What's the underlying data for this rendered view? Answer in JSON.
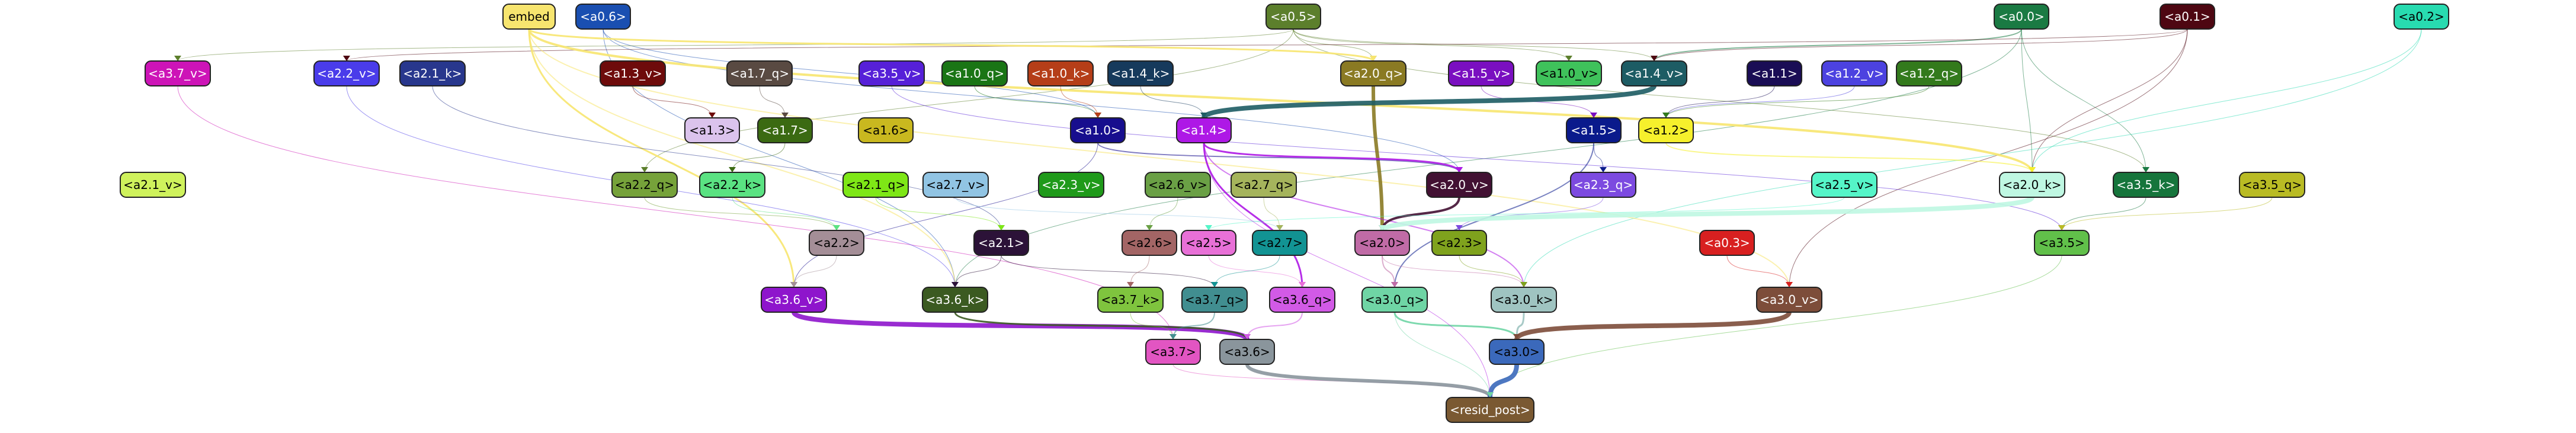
{
  "nodes": [
    {
      "id": "embed",
      "label": "embed",
      "fill": "#f7e56f",
      "text": "#000000"
    },
    {
      "id": "a06",
      "label": "<a0.6>",
      "fill": "#1a4fb1",
      "text": "#ffffff"
    },
    {
      "id": "a05",
      "label": "<a0.5>",
      "fill": "#5c7f2c",
      "text": "#ffffff"
    },
    {
      "id": "a00",
      "label": "<a0.0>",
      "fill": "#1a7a43",
      "text": "#ffffff"
    },
    {
      "id": "a01",
      "label": "<a0.1>",
      "fill": "#4e0712",
      "text": "#ffffff"
    },
    {
      "id": "a02",
      "label": "<a0.2>",
      "fill": "#28dbb0",
      "text": "#000000"
    },
    {
      "id": "a37v",
      "label": "<a3.7_v>",
      "fill": "#cd14b7",
      "text": "#ffffff"
    },
    {
      "id": "a22v",
      "label": "<a2.2_v>",
      "fill": "#4a3cea",
      "text": "#ffffff"
    },
    {
      "id": "a21k",
      "label": "<a2.1_k>",
      "fill": "#28378d",
      "text": "#ffffff"
    },
    {
      "id": "a13v",
      "label": "<a1.3_v>",
      "fill": "#6e0b0b",
      "text": "#ffffff"
    },
    {
      "id": "a17q",
      "label": "<a1.7_q>",
      "fill": "#594a42",
      "text": "#ffffff"
    },
    {
      "id": "a35v",
      "label": "<a3.5_v>",
      "fill": "#5620d8",
      "text": "#ffffff"
    },
    {
      "id": "a10q",
      "label": "<a1.0_q>",
      "fill": "#1a7515",
      "text": "#ffffff"
    },
    {
      "id": "a10k",
      "label": "<a1.0_k>",
      "fill": "#b53e18",
      "text": "#ffffff"
    },
    {
      "id": "a14k",
      "label": "<a1.4_k>",
      "fill": "#163a5c",
      "text": "#ffffff"
    },
    {
      "id": "a20q",
      "label": "<a2.0_q>",
      "fill": "#8a7a23",
      "text": "#ffffff"
    },
    {
      "id": "a15v",
      "label": "<a1.5_v>",
      "fill": "#7a0fc0",
      "text": "#ffffff"
    },
    {
      "id": "a10v",
      "label": "<a1.0_v>",
      "fill": "#3fc25b",
      "text": "#000000"
    },
    {
      "id": "a14v",
      "label": "<a1.4_v>",
      "fill": "#1d5c64",
      "text": "#ffffff"
    },
    {
      "id": "a11",
      "label": "<a1.1>",
      "fill": "#1a0d55",
      "text": "#ffffff"
    },
    {
      "id": "a12v",
      "label": "<a1.2_v>",
      "fill": "#4c42e0",
      "text": "#ffffff"
    },
    {
      "id": "a12q",
      "label": "<a1.2_q>",
      "fill": "#337a1c",
      "text": "#ffffff"
    },
    {
      "id": "a13",
      "label": "<a1.3>",
      "fill": "#dbc3ec",
      "text": "#000000"
    },
    {
      "id": "a17",
      "label": "<a1.7>",
      "fill": "#3b6a12",
      "text": "#ffffff"
    },
    {
      "id": "a16",
      "label": "<a1.6>",
      "fill": "#c9b81f",
      "text": "#000000"
    },
    {
      "id": "a10",
      "label": "<a1.0>",
      "fill": "#170e8e",
      "text": "#ffffff"
    },
    {
      "id": "a14",
      "label": "<a1.4>",
      "fill": "#ae18e6",
      "text": "#ffffff"
    },
    {
      "id": "a15",
      "label": "<a1.5>",
      "fill": "#0a1a8c",
      "text": "#ffffff"
    },
    {
      "id": "a12",
      "label": "<a1.2>",
      "fill": "#f6f02c",
      "text": "#000000"
    },
    {
      "id": "a21v",
      "label": "<a2.1_v>",
      "fill": "#cff25c",
      "text": "#000000"
    },
    {
      "id": "a22q",
      "label": "<a2.2_q>",
      "fill": "#76a23a",
      "text": "#000000"
    },
    {
      "id": "a22k",
      "label": "<a2.2_k>",
      "fill": "#5ae282",
      "text": "#000000"
    },
    {
      "id": "a21q",
      "label": "<a2.1_q>",
      "fill": "#7ee716",
      "text": "#000000"
    },
    {
      "id": "a27v",
      "label": "<a2.7_v>",
      "fill": "#91c4e3",
      "text": "#000000"
    },
    {
      "id": "a23v",
      "label": "<a2.3_v>",
      "fill": "#1f9a1a",
      "text": "#ffffff"
    },
    {
      "id": "a26v",
      "label": "<a2.6_v>",
      "fill": "#6aa045",
      "text": "#000000"
    },
    {
      "id": "a27q",
      "label": "<a2.7_q>",
      "fill": "#a5b45c",
      "text": "#000000"
    },
    {
      "id": "a20v",
      "label": "<a2.0_v>",
      "fill": "#421133",
      "text": "#ffffff"
    },
    {
      "id": "a23q",
      "label": "<a2.3_q>",
      "fill": "#7c4ae0",
      "text": "#ffffff"
    },
    {
      "id": "a25v",
      "label": "<a2.5_v>",
      "fill": "#55f5c8",
      "text": "#000000"
    },
    {
      "id": "a20k",
      "label": "<a2.0_k>",
      "fill": "#bff7e2",
      "text": "#000000"
    },
    {
      "id": "a35k",
      "label": "<a3.5_k>",
      "fill": "#16753c",
      "text": "#ffffff"
    },
    {
      "id": "a35q",
      "label": "<a3.5_q>",
      "fill": "#b9bb24",
      "text": "#000000"
    },
    {
      "id": "a22",
      "label": "<a2.2>",
      "fill": "#a48e97",
      "text": "#000000"
    },
    {
      "id": "a21",
      "label": "<a2.1>",
      "fill": "#2c1238",
      "text": "#ffffff"
    },
    {
      "id": "a26",
      "label": "<a2.6>",
      "fill": "#a36565",
      "text": "#000000"
    },
    {
      "id": "a25",
      "label": "<a2.5>",
      "fill": "#e870d7",
      "text": "#000000"
    },
    {
      "id": "a27",
      "label": "<a2.7>",
      "fill": "#129393",
      "text": "#000000"
    },
    {
      "id": "a20",
      "label": "<a2.0>",
      "fill": "#c06ba6",
      "text": "#000000"
    },
    {
      "id": "a23",
      "label": "<a2.3>",
      "fill": "#7fa21d",
      "text": "#000000"
    },
    {
      "id": "a03",
      "label": "<a0.3>",
      "fill": "#d82020",
      "text": "#ffffff"
    },
    {
      "id": "a35",
      "label": "<a3.5>",
      "fill": "#61c04a",
      "text": "#000000"
    },
    {
      "id": "a36v",
      "label": "<a3.6_v>",
      "fill": "#8e15cc",
      "text": "#ffffff"
    },
    {
      "id": "a36k",
      "label": "<a3.6_k>",
      "fill": "#3b5a21",
      "text": "#ffffff"
    },
    {
      "id": "a37k",
      "label": "<a3.7_k>",
      "fill": "#7fc43e",
      "text": "#000000"
    },
    {
      "id": "a37q",
      "label": "<a3.7_q>",
      "fill": "#418e90",
      "text": "#000000"
    },
    {
      "id": "a36q",
      "label": "<a3.6_q>",
      "fill": "#d25ae6",
      "text": "#000000"
    },
    {
      "id": "a30q",
      "label": "<a3.0_q>",
      "fill": "#6fd5a5",
      "text": "#000000"
    },
    {
      "id": "a30k",
      "label": "<a3.0_k>",
      "fill": "#9fc4c1",
      "text": "#000000"
    },
    {
      "id": "a30v",
      "label": "<a3.0_v>",
      "fill": "#7d4d3a",
      "text": "#ffffff"
    },
    {
      "id": "a37",
      "label": "<a3.7>",
      "fill": "#e255c2",
      "text": "#000000"
    },
    {
      "id": "a36",
      "label": "<a3.6>",
      "fill": "#8a959c",
      "text": "#000000"
    },
    {
      "id": "a30",
      "label": "<a3.0>",
      "fill": "#3b69bb",
      "text": "#000000"
    },
    {
      "id": "resid",
      "label": "<resid_post>",
      "fill": "#7a5932",
      "text": "#ffffff"
    }
  ],
  "edges": [
    {
      "from": "a06",
      "to": "a36k",
      "color": "#1a4fb1",
      "weight": 1
    },
    {
      "from": "a06",
      "to": "a10",
      "color": "#1a4fb1",
      "weight": 1
    },
    {
      "from": "a06",
      "to": "a20v",
      "color": "#1a4fb1",
      "weight": 1
    },
    {
      "from": "a05",
      "to": "a20q",
      "color": "#5c7f2c",
      "weight": 1
    },
    {
      "from": "a05",
      "to": "a10v",
      "color": "#5c7f2c",
      "weight": 1
    },
    {
      "from": "a05",
      "to": "a14v",
      "color": "#5c7f2c",
      "weight": 1
    },
    {
      "from": "a05",
      "to": "a22q",
      "color": "#5c7f2c",
      "weight": 1
    },
    {
      "from": "a05",
      "to": "a37v",
      "color": "#5c7f2c",
      "weight": 1
    },
    {
      "from": "a05",
      "to": "a35k",
      "color": "#5c7f2c",
      "weight": 1
    },
    {
      "from": "a00",
      "to": "a14v",
      "color": "#1a7a43",
      "weight": 2
    },
    {
      "from": "a00",
      "to": "a20k",
      "color": "#1a7a43",
      "weight": 1
    },
    {
      "from": "a00",
      "to": "a35k",
      "color": "#1a7a43",
      "weight": 1
    },
    {
      "from": "a00",
      "to": "a36k",
      "color": "#1a7a43",
      "weight": 1
    },
    {
      "from": "a01",
      "to": "a14v",
      "color": "#4e0712",
      "weight": 1
    },
    {
      "from": "a01",
      "to": "a20k",
      "color": "#4e0712",
      "weight": 1
    },
    {
      "from": "a01",
      "to": "a30v",
      "color": "#4e0712",
      "weight": 1
    },
    {
      "from": "a01",
      "to": "a22v",
      "color": "#4e0712",
      "weight": 1
    },
    {
      "from": "a02",
      "to": "a20k",
      "color": "#28dbb0",
      "weight": 1
    },
    {
      "from": "a02",
      "to": "a30k",
      "color": "#28dbb0",
      "weight": 1
    },
    {
      "from": "embed",
      "to": "a36v",
      "color": "#f7e56f",
      "weight": 3
    },
    {
      "from": "embed",
      "to": "a20k",
      "color": "#f7e56f",
      "weight": 4
    },
    {
      "from": "embed",
      "to": "a20q",
      "color": "#f7e56f",
      "weight": 3
    },
    {
      "from": "embed",
      "to": "a30v",
      "color": "#f7e56f",
      "weight": 2
    },
    {
      "from": "embed",
      "to": "a36k",
      "color": "#f7e56f",
      "weight": 2
    },
    {
      "from": "a37v",
      "to": "a37",
      "color": "#cd14b7",
      "weight": 1
    },
    {
      "from": "a22v",
      "to": "a36k",
      "color": "#4a3cea",
      "weight": 1
    },
    {
      "from": "a21k",
      "to": "a21",
      "color": "#28378d",
      "weight": 1
    },
    {
      "from": "a13v",
      "to": "a13",
      "color": "#6e0b0b",
      "weight": 1
    },
    {
      "from": "a17q",
      "to": "a17",
      "color": "#594a42",
      "weight": 1
    },
    {
      "from": "a35v",
      "to": "a35",
      "color": "#5620d8",
      "weight": 1
    },
    {
      "from": "a10q",
      "to": "a10",
      "color": "#1a7515",
      "weight": 1
    },
    {
      "from": "a10k",
      "to": "a10",
      "color": "#b53e18",
      "weight": 1
    },
    {
      "from": "a14k",
      "to": "a14",
      "color": "#163a5c",
      "weight": 1
    },
    {
      "from": "a20q",
      "to": "a20",
      "color": "#8a7a23",
      "weight": 6
    },
    {
      "from": "a15v",
      "to": "a15",
      "color": "#7a0fc0",
      "weight": 1
    },
    {
      "from": "a14v",
      "to": "a14",
      "color": "#1d5c64",
      "weight": 8
    },
    {
      "from": "a11",
      "to": "a12",
      "color": "#1a0d55",
      "weight": 1
    },
    {
      "from": "a12v",
      "to": "a12",
      "color": "#4c42e0",
      "weight": 1
    },
    {
      "from": "a12q",
      "to": "a12",
      "color": "#337a1c",
      "weight": 1
    },
    {
      "from": "a17",
      "to": "a22k",
      "color": "#3b6a12",
      "weight": 1
    },
    {
      "from": "a10",
      "to": "a36v",
      "color": "#170e8e",
      "weight": 1
    },
    {
      "from": "a10",
      "to": "a20v",
      "color": "#170e8e",
      "weight": 2
    },
    {
      "from": "a14",
      "to": "a20v",
      "color": "#ae18e6",
      "weight": 3
    },
    {
      "from": "a14",
      "to": "a30k",
      "color": "#ae18e6",
      "weight": 2
    },
    {
      "from": "a14",
      "to": "a36q",
      "color": "#ae18e6",
      "weight": 3
    },
    {
      "from": "a15",
      "to": "a30q",
      "color": "#0a1a8c",
      "weight": 2
    },
    {
      "from": "a15",
      "to": "a23q",
      "color": "#0a1a8c",
      "weight": 1
    },
    {
      "from": "a12",
      "to": "a20k",
      "color": "#f6f02c",
      "weight": 2
    },
    {
      "from": "a22q",
      "to": "a22",
      "color": "#76a23a",
      "weight": 1
    },
    {
      "from": "a22k",
      "to": "a22",
      "color": "#5ae282",
      "weight": 1
    },
    {
      "from": "a21q",
      "to": "a21",
      "color": "#7ee716",
      "weight": 1
    },
    {
      "from": "a27v",
      "to": "a27",
      "color": "#91c4e3",
      "weight": 1
    },
    {
      "from": "a26v",
      "to": "a26",
      "color": "#6aa045",
      "weight": 1
    },
    {
      "from": "a27q",
      "to": "a27",
      "color": "#a5b45c",
      "weight": 1
    },
    {
      "from": "a20v",
      "to": "a20",
      "color": "#421133",
      "weight": 4
    },
    {
      "from": "a23q",
      "to": "a23",
      "color": "#7c4ae0",
      "weight": 1
    },
    {
      "from": "a25v",
      "to": "a25",
      "color": "#55f5c8",
      "weight": 1
    },
    {
      "from": "a20k",
      "to": "a20",
      "color": "#bff7e2",
      "weight": 8
    },
    {
      "from": "a35k",
      "to": "a35",
      "color": "#16753c",
      "weight": 1
    },
    {
      "from": "a35q",
      "to": "a35",
      "color": "#b9bb24",
      "weight": 1
    },
    {
      "from": "a22",
      "to": "a36v",
      "color": "#a48e97",
      "weight": 1
    },
    {
      "from": "a21",
      "to": "a36k",
      "color": "#2c1238",
      "weight": 1
    },
    {
      "from": "a21",
      "to": "a37q",
      "color": "#2c1238",
      "weight": 1
    },
    {
      "from": "a26",
      "to": "a37k",
      "color": "#a36565",
      "weight": 1
    },
    {
      "from": "a25",
      "to": "a36q",
      "color": "#e870d7",
      "weight": 1
    },
    {
      "from": "a27",
      "to": "a37q",
      "color": "#129393",
      "weight": 1
    },
    {
      "from": "a20",
      "to": "a30q",
      "color": "#c06ba6",
      "weight": 2
    },
    {
      "from": "a20",
      "to": "a30k",
      "color": "#c06ba6",
      "weight": 1
    },
    {
      "from": "a23",
      "to": "a30k",
      "color": "#7fa21d",
      "weight": 1
    },
    {
      "from": "a03",
      "to": "a30v",
      "color": "#d82020",
      "weight": 1
    },
    {
      "from": "a35",
      "to": "resid",
      "color": "#61c04a",
      "weight": 1
    },
    {
      "from": "a36v",
      "to": "a36",
      "color": "#8e15cc",
      "weight": 8
    },
    {
      "from": "a36k",
      "to": "a36",
      "color": "#3b5a21",
      "weight": 3
    },
    {
      "from": "a37k",
      "to": "a37",
      "color": "#7fc43e",
      "weight": 1
    },
    {
      "from": "a37q",
      "to": "a37",
      "color": "#418e90",
      "weight": 2
    },
    {
      "from": "a36q",
      "to": "a36",
      "color": "#d25ae6",
      "weight": 2
    },
    {
      "from": "a30q",
      "to": "a30",
      "color": "#6fd5a5",
      "weight": 3
    },
    {
      "from": "a30k",
      "to": "a30",
      "color": "#9fc4c1",
      "weight": 3
    },
    {
      "from": "a30v",
      "to": "a30",
      "color": "#7d4d3a",
      "weight": 8
    },
    {
      "from": "a37",
      "to": "resid",
      "color": "#e255c2",
      "weight": 1
    },
    {
      "from": "a36",
      "to": "resid",
      "color": "#8a959c",
      "weight": 6
    },
    {
      "from": "a30",
      "to": "resid",
      "color": "#3b69bb",
      "weight": 8
    },
    {
      "from": "a14",
      "to": "resid",
      "color": "#ae18e6",
      "weight": 1
    },
    {
      "from": "a30q",
      "to": "resid",
      "color": "#6fd5a5",
      "weight": 1
    }
  ]
}
